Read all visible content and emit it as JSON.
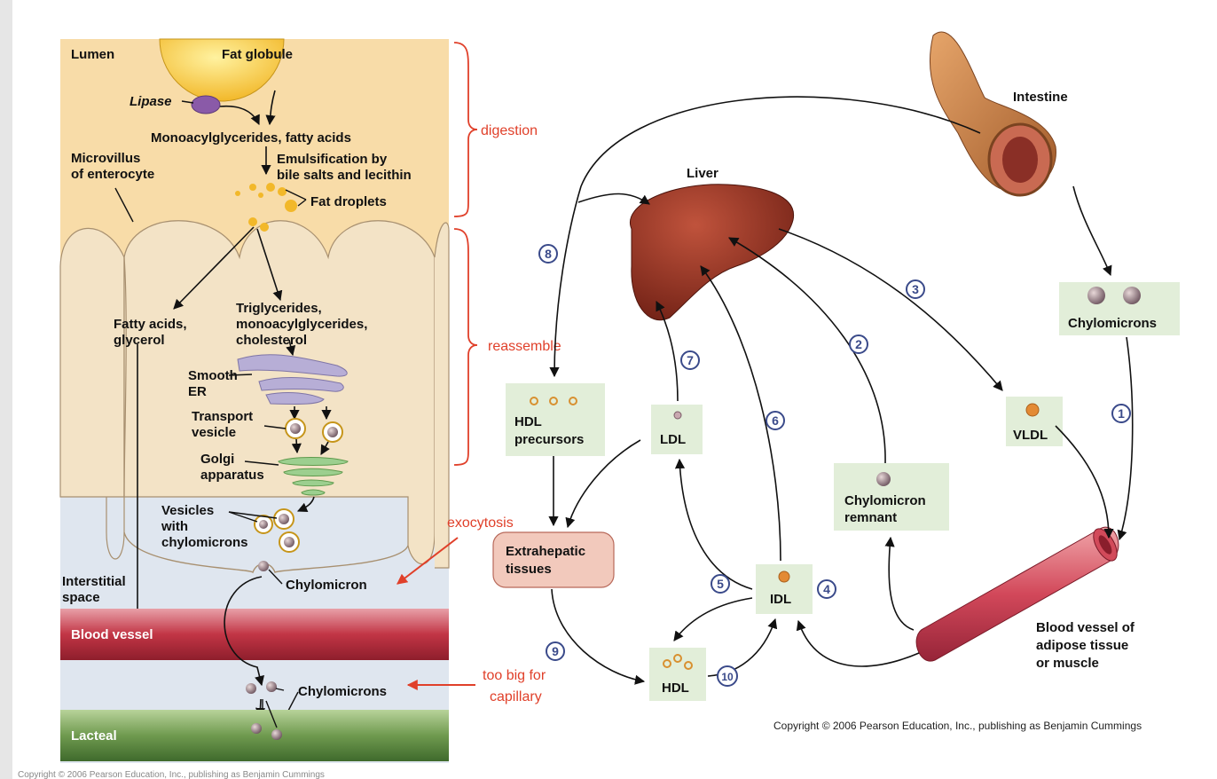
{
  "left_panel": {
    "lumen": "Lumen",
    "fat_globule": "Fat globule",
    "lipase": "Lipase",
    "mono_fatty": "Monoacylglycerides, fatty acids",
    "microvillus": [
      "Microvillus",
      "of enterocyte"
    ],
    "emulsification": [
      "Emulsification by",
      "bile salts and lecithin"
    ],
    "fat_droplets": "Fat droplets",
    "fatty_acids_glycerol": [
      "Fatty acids,",
      "glycerol"
    ],
    "triglycerides": [
      "Triglycerides,",
      "monoacylglycerides,",
      "cholesterol"
    ],
    "smooth_er": [
      "Smooth",
      "ER"
    ],
    "transport_vesicle": [
      "Transport",
      "vesicle"
    ],
    "golgi": [
      "Golgi",
      "apparatus"
    ],
    "vesicles_chylo": [
      "Vesicles",
      "with",
      "chylomicrons"
    ],
    "interstitial": [
      "Interstitial",
      "space"
    ],
    "chylomicron": "Chylomicron",
    "blood_vessel": "Blood vessel",
    "chylomicrons": "Chylomicrons",
    "lacteal": "Lacteal",
    "copyright": "Copyright © 2006 Pearson Education, Inc., publishing as Benjamin Cummings"
  },
  "annotations": {
    "digestion": "digestion",
    "reassemble": "reassemble",
    "exocytosis": "exocytosis",
    "too_big": [
      "too big for",
      "capillary"
    ]
  },
  "right_panel": {
    "intestine": "Intestine",
    "liver": "Liver",
    "chylomicrons": "Chylomicrons",
    "vldl": "VLDL",
    "hdl_precursors": [
      "HDL",
      "precursors"
    ],
    "ldl": "LDL",
    "chylo_remnant": [
      "Chylomicron",
      "remnant"
    ],
    "extrahepatic": [
      "Extrahepatic",
      "tissues"
    ],
    "idl": "IDL",
    "hdl": "HDL",
    "blood_vessel": [
      "Blood vessel of",
      "adipose tissue",
      "or muscle"
    ],
    "steps": [
      "1",
      "2",
      "3",
      "4",
      "5",
      "6",
      "7",
      "8",
      "9",
      "10"
    ],
    "copyright": "Copyright © 2006 Pearson Education, Inc., publishing as Benjamin Cummings"
  },
  "colors": {
    "lumen_bg": "#f8dca8",
    "cell_bg": "#f3e3c6",
    "interstitial_bg": "#dfe6ef",
    "blood": "#c23545",
    "lacteal": "#6f9a4f",
    "box_green": "#e2eed9",
    "annotation": "#e0402a"
  }
}
